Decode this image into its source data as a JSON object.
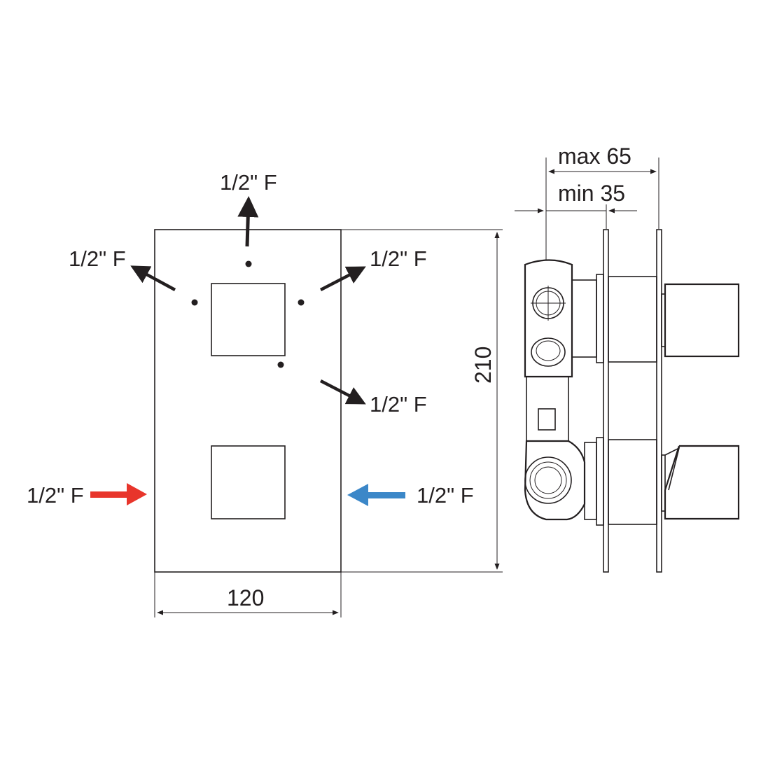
{
  "connections": {
    "top": "1/2\" F",
    "upper_left": "1/2\" F",
    "upper_right": "1/2\" F",
    "lower_right": "1/2\" F",
    "hot_inlet": "1/2\" F",
    "cold_inlet": "1/2\" F"
  },
  "dimensions": {
    "width": "120",
    "height": "210",
    "depth_max": "max 65",
    "depth_min": "min 35"
  },
  "colors": {
    "hot": "#e8352b",
    "cold": "#3b87c8",
    "outlet": "#231f20"
  }
}
